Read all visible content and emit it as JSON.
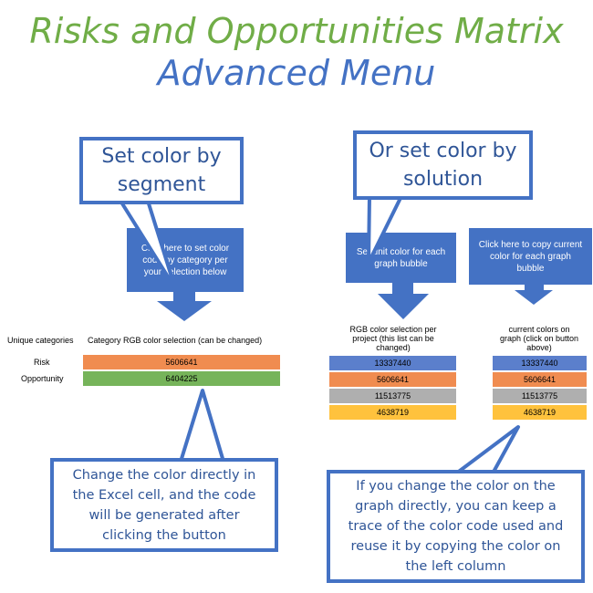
{
  "header": {
    "title": "Risks and Opportunities Matrix",
    "subtitle": "Advanced Menu"
  },
  "callouts": {
    "by_segment": [
      "Set color by",
      "segment"
    ],
    "by_solution": [
      "Or set color by",
      "solution"
    ],
    "change_directly": [
      "Change the color directly in",
      "the Excel cell, and the code",
      "will be generated after",
      "clicking the button"
    ],
    "graph_change": [
      "If you change the color on the",
      "graph directly, you can keep a",
      "trace of the color code used and",
      "reuse it by copying the color on",
      "the left column"
    ]
  },
  "buttons": {
    "category": [
      "Click here to set color",
      "code by category per",
      "your selection below"
    ],
    "unit": [
      "Set unit color for each",
      "graph bubble"
    ],
    "copy": [
      "Click here to copy current",
      "color for each graph",
      "bubble"
    ]
  },
  "category_table": {
    "header_left": "Unique categories",
    "header_right": "Category RGB color selection (can be changed)",
    "rows": [
      {
        "label": "Risk",
        "value": "5606641",
        "color": "#f08c50"
      },
      {
        "label": "Opportunity",
        "value": "6404225",
        "color": "#76b45a"
      }
    ]
  },
  "project_table": {
    "header": [
      "RGB color selection per",
      "project (this list can be",
      "changed)"
    ],
    "rows": [
      {
        "value": "13337440",
        "color": "#5b7fcc"
      },
      {
        "value": "5606641",
        "color": "#f08c50"
      },
      {
        "value": "11513775",
        "color": "#afafaf"
      },
      {
        "value": "4638719",
        "color": "#ffc23d"
      }
    ]
  },
  "current_table": {
    "header": [
      "current colors on",
      "graph (click on button",
      "above)"
    ],
    "rows": [
      {
        "value": "13337440",
        "color": "#5b7fcc"
      },
      {
        "value": "5606641",
        "color": "#f08c50"
      },
      {
        "value": "11513775",
        "color": "#afafaf"
      },
      {
        "value": "4638719",
        "color": "#ffc23d"
      }
    ]
  },
  "colors": {
    "accent_blue": "#4472c4",
    "title_green": "#70ad47",
    "callout_text": "#2f5597"
  }
}
